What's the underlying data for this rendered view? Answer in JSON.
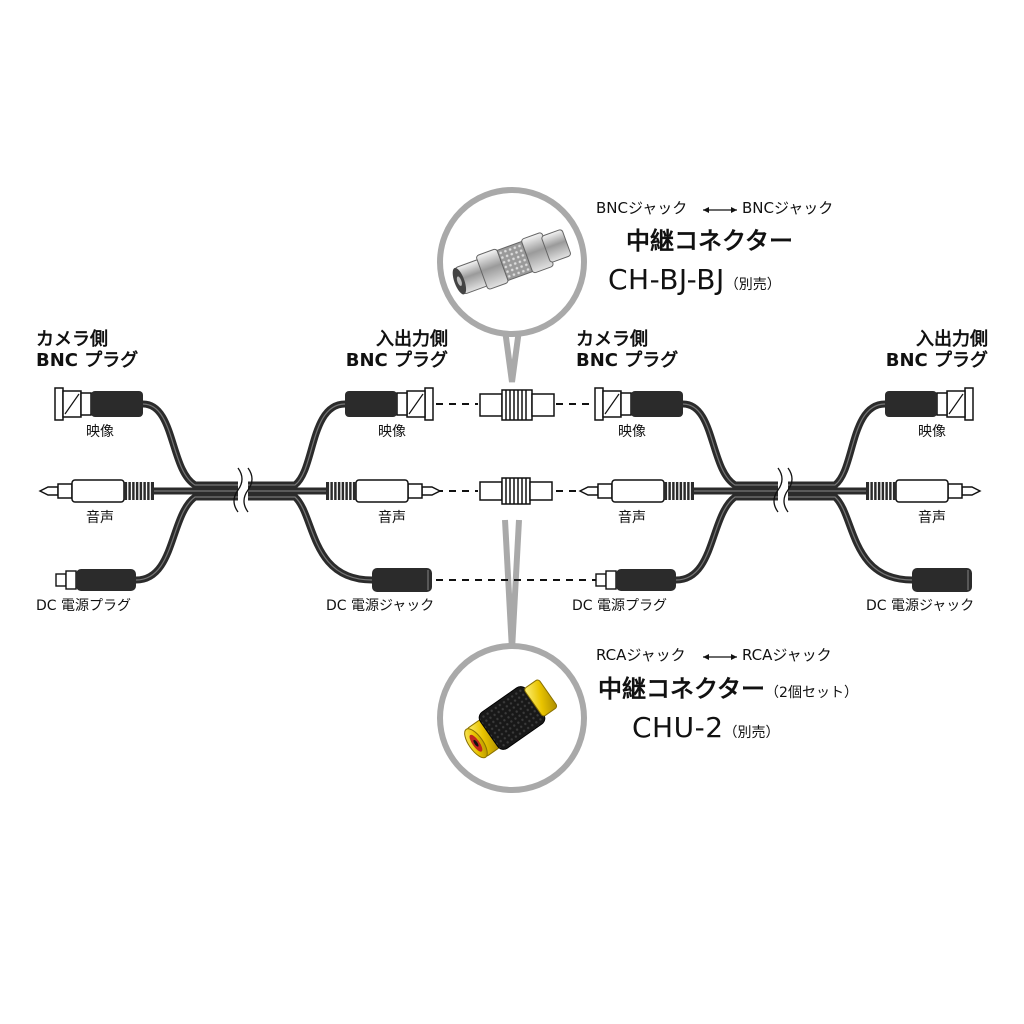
{
  "left_cable": {
    "camera_side": {
      "line1": "カメラ側",
      "line2": "BNC プラグ"
    },
    "io_side": {
      "line1": "入出力側",
      "line2": "BNC プラグ"
    },
    "video_left": "映像",
    "video_right": "映像",
    "audio_left": "音声",
    "audio_right": "音声",
    "dc_left": "DC 電源プラグ",
    "dc_right": "DC 電源ジャック"
  },
  "right_cable": {
    "camera_side": {
      "line1": "カメラ側",
      "line2": "BNC プラグ"
    },
    "io_side": {
      "line1": "入出力側",
      "line2": "BNC プラグ"
    },
    "video_left": "映像",
    "video_right": "映像",
    "audio_left": "音声",
    "audio_right": "音声",
    "dc_left": "DC 電源プラグ",
    "dc_right": "DC 電源ジャック"
  },
  "bnc_connector": {
    "caption_left": "BNCジャック",
    "caption_right": "BNCジャック",
    "title": "中継コネクター",
    "model": "CH-BJ-BJ",
    "note": "（別売）"
  },
  "rca_connector": {
    "caption_left": "RCAジャック",
    "caption_right": "RCAジャック",
    "title": "中継コネクター",
    "title_note": "（2個セット）",
    "model": "CHU-2",
    "note": "（別売）"
  },
  "colors": {
    "cable": "#2b2b2b",
    "cable_highlight": "#8a8a8a",
    "callout_ring": "#a9a9a9",
    "rca_gold": "#e9c400",
    "rca_red": "#c0281e"
  }
}
